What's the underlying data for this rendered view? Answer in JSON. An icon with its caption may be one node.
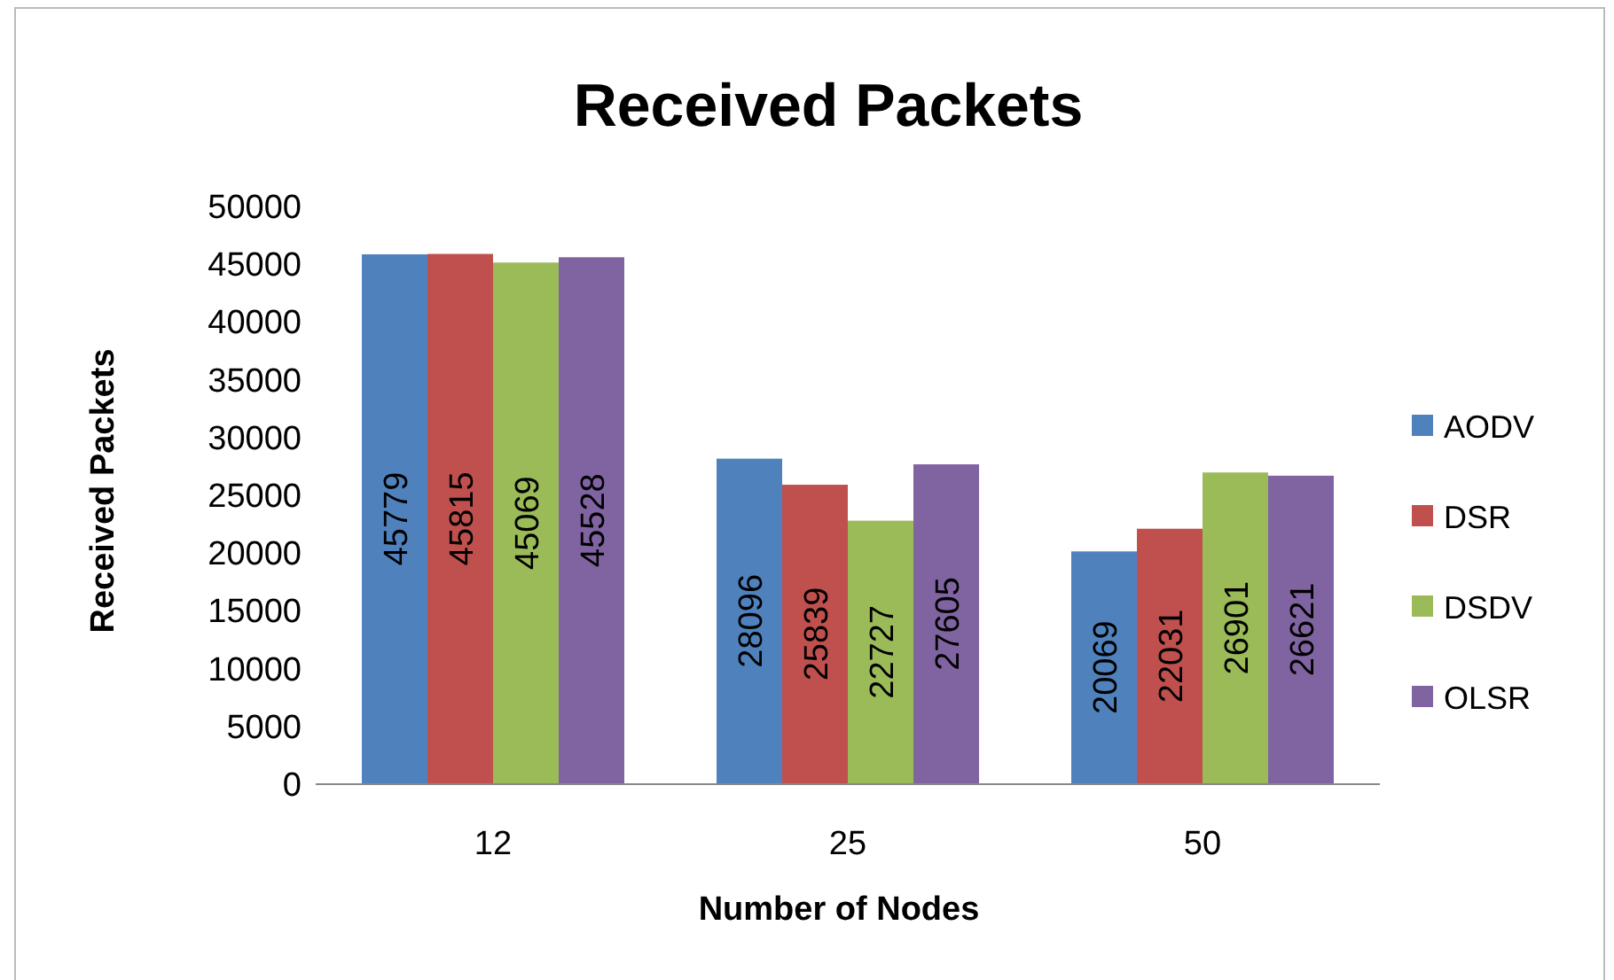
{
  "diagram": {
    "chart_data": {
      "type": "bar",
      "title": "Received Packets",
      "xlabel": "Number of Nodes",
      "ylabel": "Received Packets",
      "categories": [
        "12",
        "25",
        "50"
      ],
      "series": [
        {
          "name": "AODV",
          "color": "#4f81bd",
          "values": [
            45779,
            28096,
            20069
          ]
        },
        {
          "name": "DSR",
          "color": "#c0504d",
          "values": [
            45815,
            25839,
            22031
          ]
        },
        {
          "name": "DSDV",
          "color": "#9bbb59",
          "values": [
            45069,
            22727,
            26901
          ]
        },
        {
          "name": "OLSR",
          "color": "#8064a2",
          "values": [
            45528,
            27605,
            26621
          ]
        }
      ],
      "legend": "right",
      "ylim": [
        0,
        50000
      ],
      "yticks": [
        0,
        5000,
        10000,
        15000,
        20000,
        25000,
        30000,
        35000,
        40000,
        45000,
        50000
      ],
      "data_labels": true
    }
  }
}
